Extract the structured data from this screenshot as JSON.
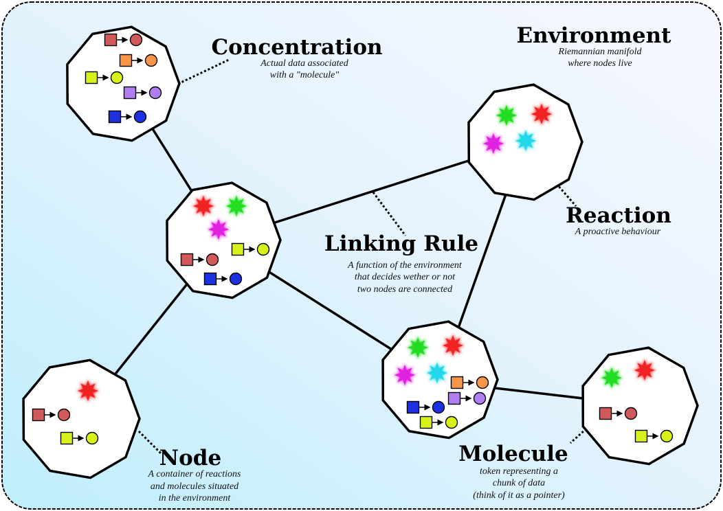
{
  "labels": {
    "environment": {
      "title": "Environment",
      "lines": [
        "Riemannian manifold",
        "where nodes live"
      ]
    },
    "concentration": {
      "title": "Concentration",
      "lines": [
        "Actual data associated",
        "with a \"molecule\""
      ]
    },
    "reaction": {
      "title": "Reaction",
      "lines": [
        "A proactive behaviour"
      ]
    },
    "linking_rule": {
      "title": "Linking Rule",
      "lines": [
        "A function of the environment",
        "that decides wether or not",
        "two nodes are connected"
      ]
    },
    "node": {
      "title": "Node",
      "lines": [
        "A container of reactions",
        "and molecules situated",
        "in the environment"
      ]
    },
    "molecule": {
      "title": "Molecule",
      "lines": [
        "token representing a",
        "chunk of data",
        "(think of it as a pointer)"
      ]
    }
  },
  "colors": {
    "red": "#d05a5a",
    "orange": "#f5964a",
    "yellow": "#d8f219",
    "purple": "#b07ef0",
    "blue": "#1c32e0",
    "star_red": "#f02222",
    "star_green": "#22dd22",
    "star_magenta": "#e022e0",
    "star_cyan": "#22d8e8"
  }
}
